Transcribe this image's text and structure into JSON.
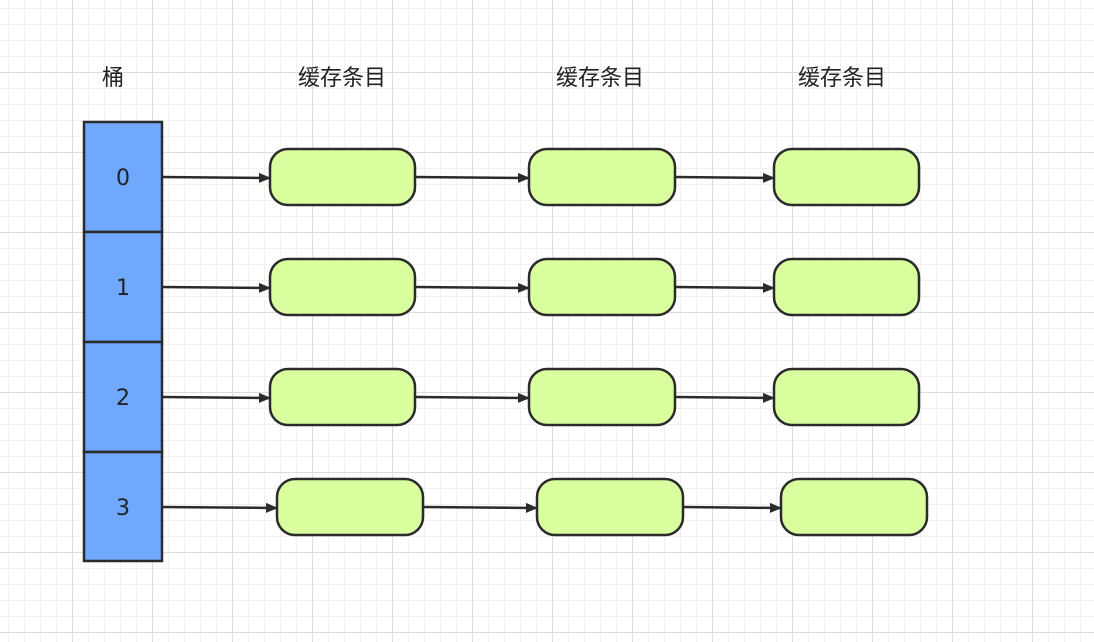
{
  "headers": {
    "bucket": "桶",
    "entry_columns": [
      "缓存条目",
      "缓存条目",
      "缓存条目"
    ]
  },
  "buckets": [
    "0",
    "1",
    "2",
    "3"
  ],
  "entries_per_bucket": 3,
  "colors": {
    "bucket_fill": "#6fa8fc",
    "entry_fill": "#d9ff9e",
    "stroke": "#2b2b2b",
    "arrow": "#2b2b2b"
  }
}
